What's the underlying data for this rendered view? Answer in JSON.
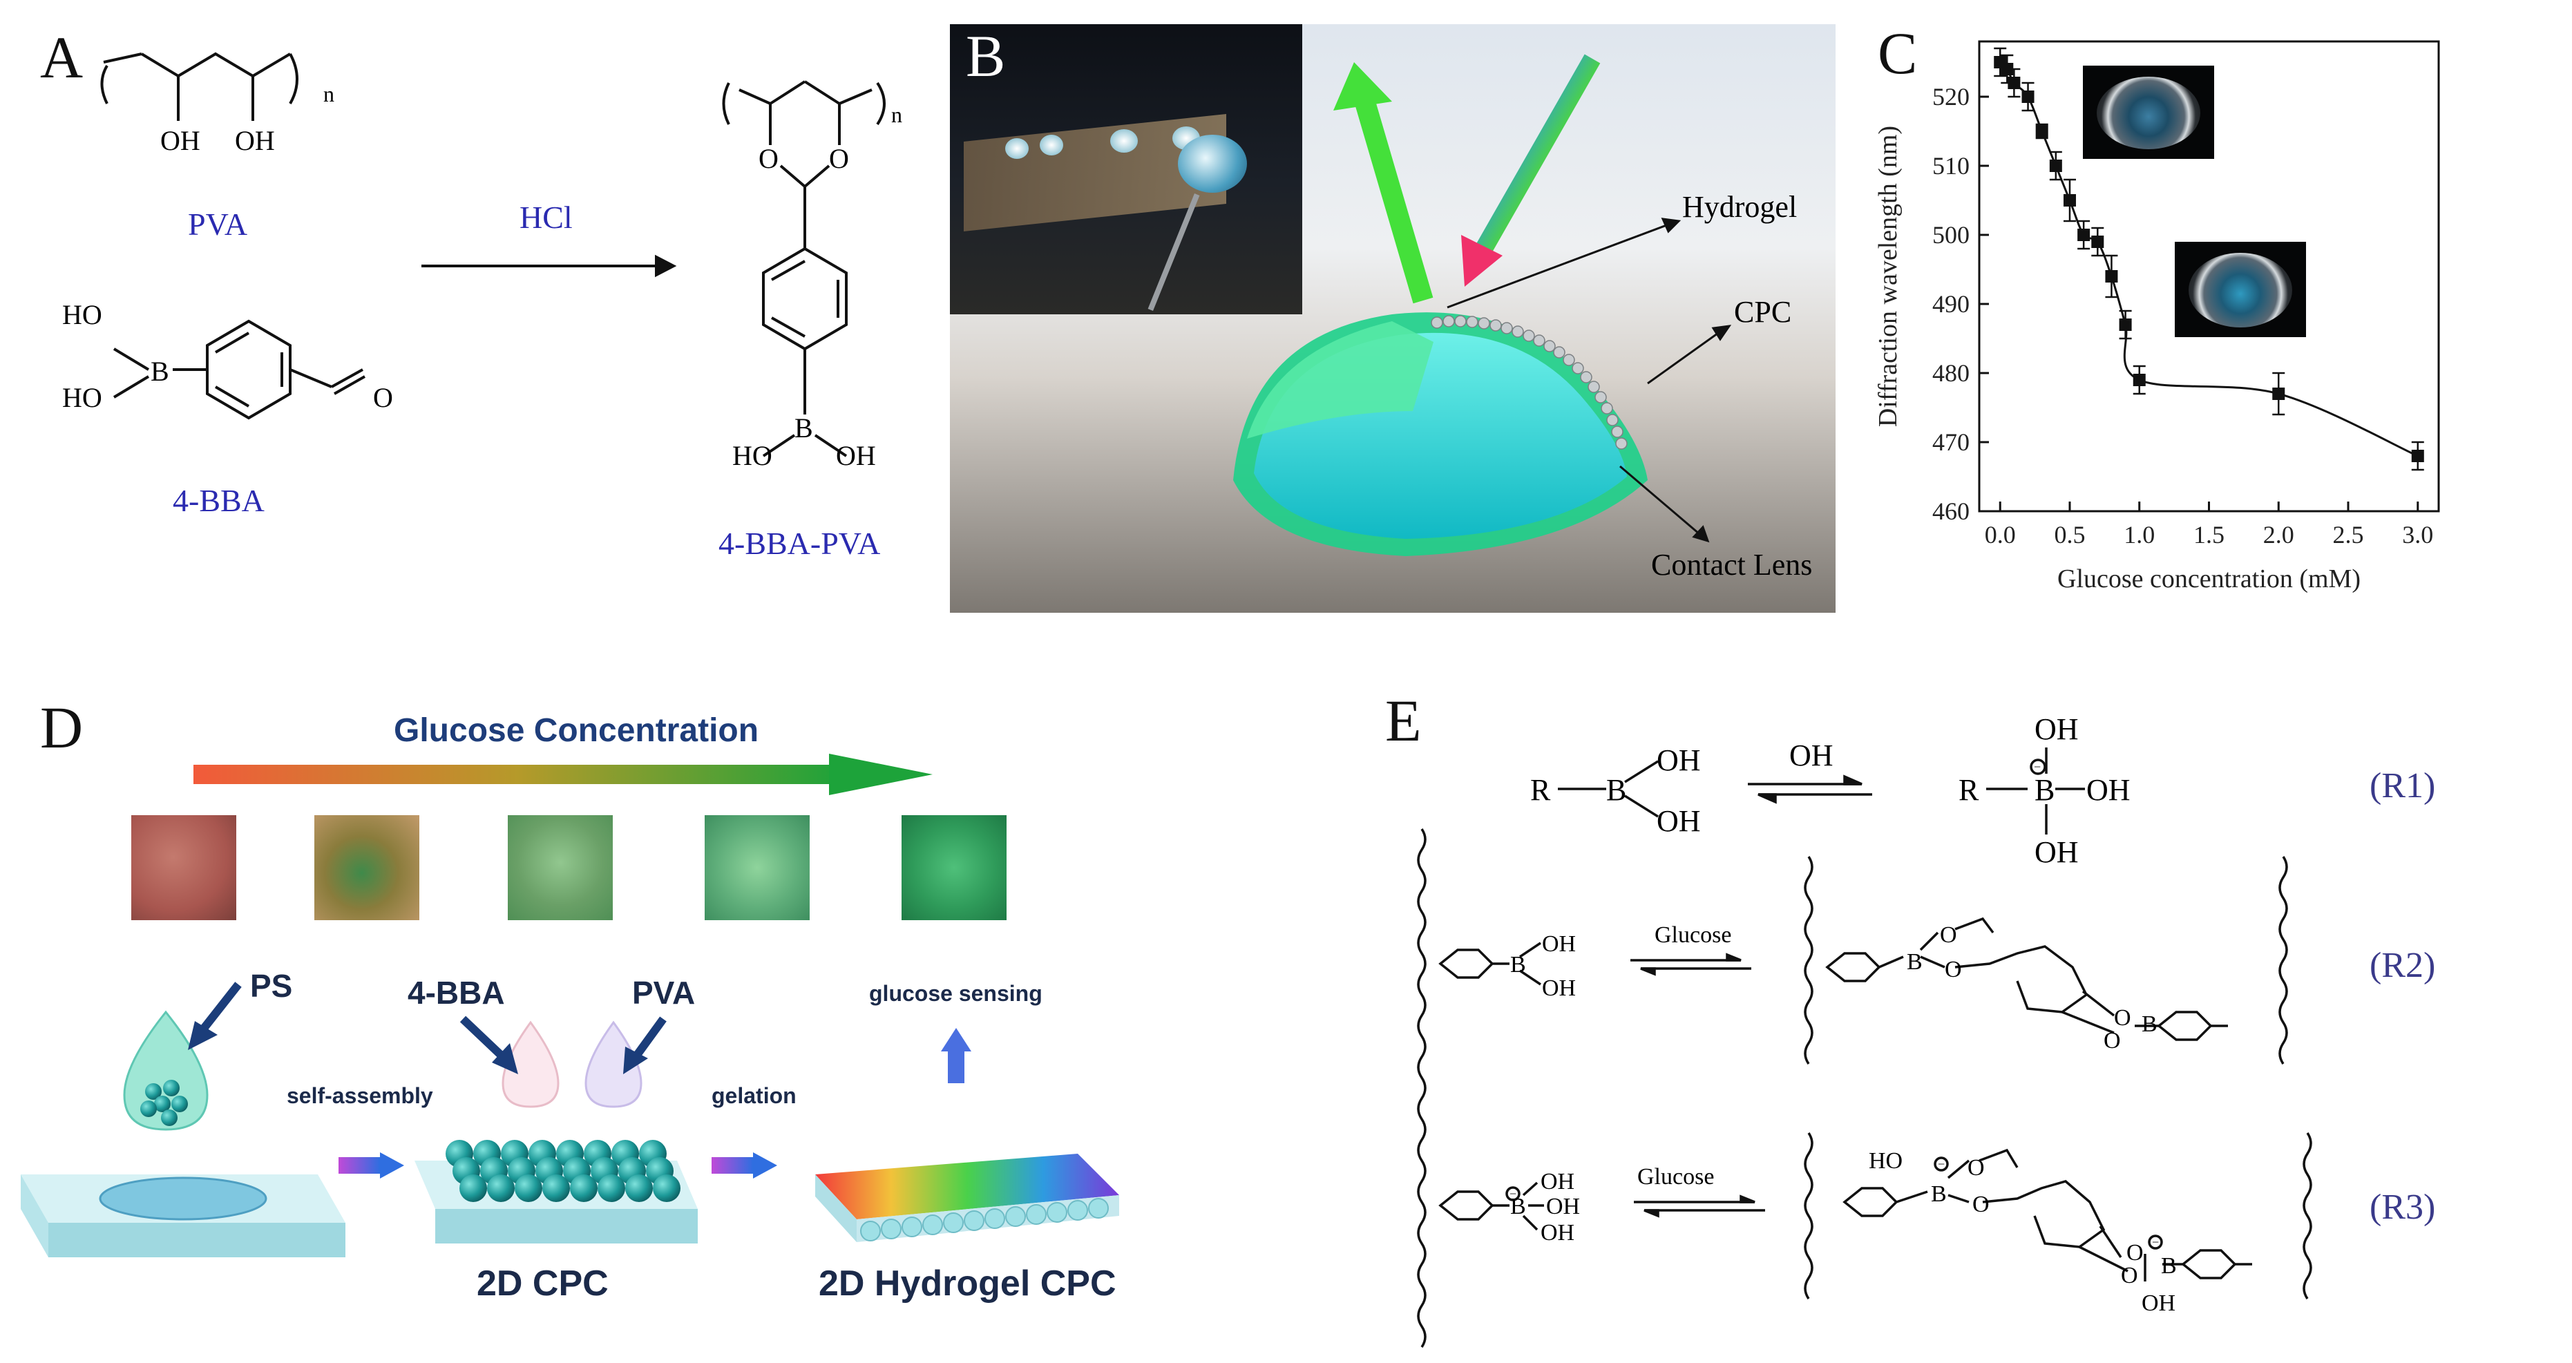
{
  "panels": {
    "A": {
      "label": "A",
      "n_sub": "n",
      "oh": "OH",
      "pva": "PVA",
      "reagent": "HCl",
      "ho": "HO",
      "b": "B",
      "o": "O",
      "bba": "4-BBA",
      "product": "4-BBA-PVA"
    },
    "B": {
      "label": "B",
      "hydrogel": "Hydrogel",
      "cpc": "CPC",
      "contact_lens": "Contact Lens"
    },
    "C": {
      "label": "C"
    },
    "D": {
      "label": "D",
      "gradient_title": "Glucose Concentration",
      "ps": "PS",
      "bba": "4-BBA",
      "pva": "PVA",
      "self_assembly": "self-assembly",
      "gelation": "gelation",
      "glucose_sensing": "glucose sensing",
      "cpc2d": "2D CPC",
      "hydrogel_cpc": "2D Hydrogel CPC",
      "swatch_colors": [
        "#a8564f",
        "#8a7c3c",
        "#6aa067",
        "#5fae7a",
        "#2f9b5a"
      ]
    },
    "E": {
      "label": "E",
      "r1_label": "(R1)",
      "r2_label": "(R2)",
      "r3_label": "(R3)",
      "r": "R",
      "b": "B",
      "oh": "OH",
      "ho": "HO",
      "o": "O",
      "reagent_oh": "OH",
      "reagent_glucose": "Glucose"
    }
  },
  "chart_data": {
    "type": "line",
    "xlabel": "Glucose concentration (mM)",
    "ylabel": "Diffraction wavelength (nm)",
    "xlim": [
      -0.15,
      3.15
    ],
    "ylim": [
      460,
      528
    ],
    "xticks": [
      0.0,
      0.5,
      1.0,
      1.5,
      2.0,
      2.5,
      3.0
    ],
    "xtick_labels": [
      "0.0",
      "0.5",
      "1.0",
      "1.5",
      "2.0",
      "2.5",
      "3.0"
    ],
    "yticks": [
      460,
      470,
      480,
      490,
      500,
      510,
      520
    ],
    "ytick_labels": [
      "460",
      "470",
      "480",
      "490",
      "500",
      "510",
      "520"
    ],
    "series": [
      {
        "x": [
          0.0,
          0.05,
          0.1,
          0.2,
          0.3,
          0.4,
          0.5,
          0.6,
          0.7,
          0.8,
          0.9,
          1.0,
          2.0,
          3.0
        ],
        "y": [
          525,
          524,
          522,
          520,
          515,
          510,
          505,
          500,
          499,
          494,
          487,
          479,
          477,
          468
        ],
        "err": [
          2,
          2,
          2,
          2,
          1,
          2,
          3,
          2,
          2,
          3,
          2,
          2,
          3,
          2
        ]
      }
    ],
    "grid": false,
    "legend": "none"
  }
}
